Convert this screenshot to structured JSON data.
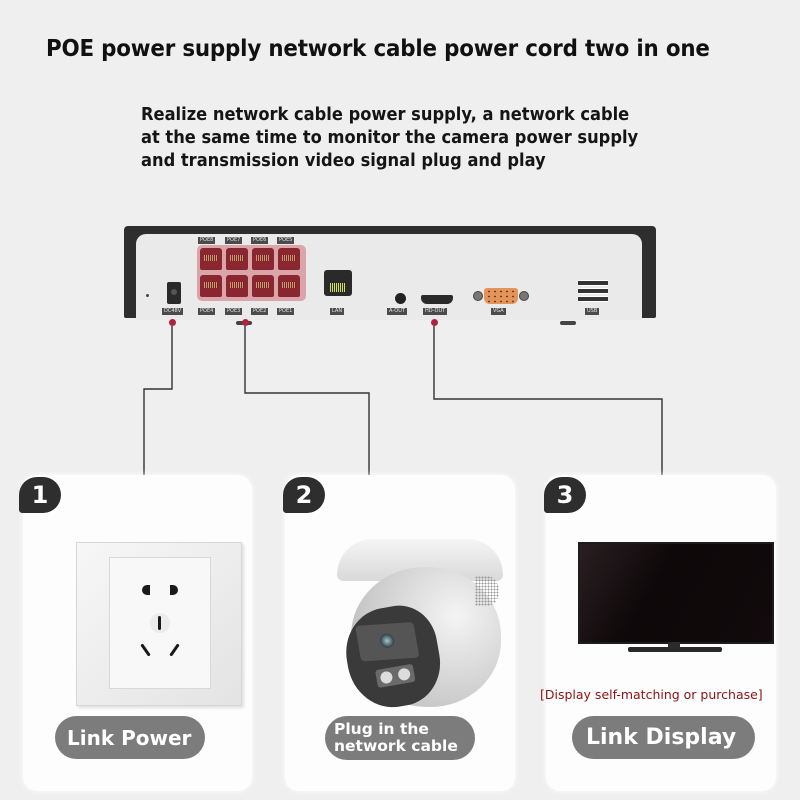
{
  "header": {
    "title": "POE power supply network cable power cord two in one",
    "subtitle_lines": [
      "Realize network cable power supply, a network cable",
      "at the same time to monitor the camera power supply",
      "and transmission video signal plug and play"
    ]
  },
  "nvr": {
    "poe_top_labels": [
      "POE8",
      "POE7",
      "POE6",
      "POE5"
    ],
    "poe_bottom_labels": [
      "POE4",
      "POE3",
      "POE2",
      "POE1"
    ],
    "dc_label": "DC48V",
    "lan_label": "LAN",
    "aout_label": "A-OUT",
    "hdmi_label": "HD-OUT",
    "vga_label": "VGA",
    "usb_label": "USB",
    "connector_color": "#b0233c"
  },
  "cards": [
    {
      "number": "1",
      "icon": "power-outlet-icon",
      "label": "Link Power"
    },
    {
      "number": "2",
      "icon": "dome-camera-icon",
      "label_lines": [
        "Plug in the",
        "network cable"
      ]
    },
    {
      "number": "3",
      "icon": "tv-monitor-icon",
      "note": "[Display self-matching or purchase]",
      "label": "Link Display"
    }
  ]
}
